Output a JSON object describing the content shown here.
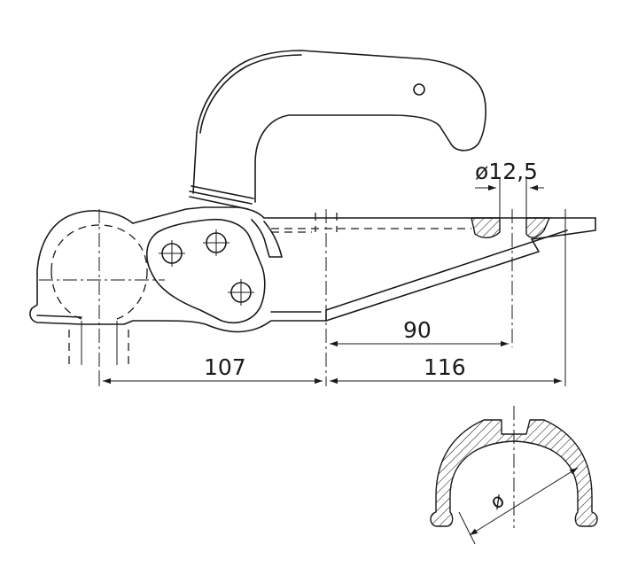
{
  "dimensions": {
    "hole_diameter": "ø12,5",
    "width_107": "107",
    "width_116": "116",
    "width_90": "90",
    "diameter_symbol": "ø"
  },
  "colors": {
    "line": "#1a1a1a",
    "background": "#ffffff"
  }
}
